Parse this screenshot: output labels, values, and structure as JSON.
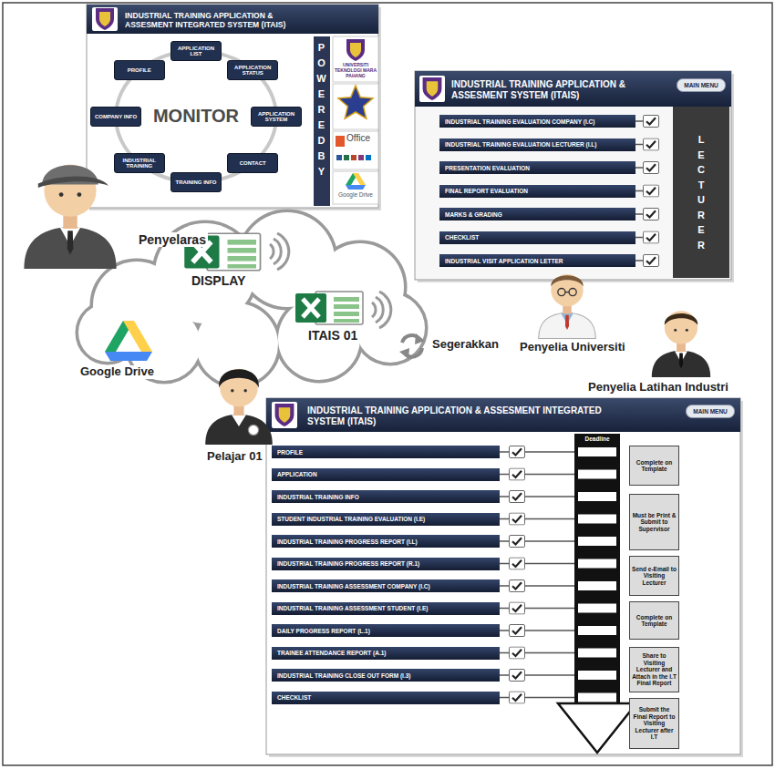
{
  "diagram": {
    "nodes": [
      {
        "text": [
          "INDUSTRIAL TRAINING APPLICATION & ASSESMENT INTEGRATED SYSTEM (ITAIS)"
        ]
      },
      {
        "text": [
          "APPLICATION LIST"
        ],
        "in": 0
      },
      {
        "text": [
          "APPLICATION STATUS"
        ],
        "in": 0
      },
      {
        "text": [
          "APPLICATION SYSTEM"
        ],
        "in": 0
      },
      {
        "text": [
          "CONTACT"
        ],
        "in": 0
      },
      {
        "text": [
          "TRAINING INFO"
        ],
        "in": 0
      },
      {
        "text": [
          "INDUSTRIAL TRAINING"
        ],
        "in": 0
      },
      {
        "text": [
          "COMPANY INFO"
        ],
        "in": 0
      },
      {
        "text": [
          "PROFILE"
        ],
        "in": 0
      },
      {
        "text": [
          "INDUSTRIAL TRAINING APPLICATION & ASSESMENT SYSTEM (ITAIS)"
        ]
      },
      {
        "text": [
          "MAIN MENU"
        ],
        "in": 9
      },
      {
        "text": [
          "INDUSTRIAL TRAINING EVALUATION COMPANY (I.C)"
        ],
        "in": 9
      },
      {
        "text": [
          "INDUSTRIAL TRAINING EVALUATION LECTURER (I.L)"
        ],
        "in": 9
      },
      {
        "text": [
          "PRESENTATION EVALUATION"
        ],
        "in": 9
      },
      {
        "text": [
          "FINAL REPORT EVALUATION"
        ],
        "in": 9
      },
      {
        "text": [
          "MARKS & GRADING"
        ],
        "in": 9
      },
      {
        "text": [
          "CHECKLIST"
        ],
        "in": 9
      },
      {
        "text": [
          "INDUSTRIAL VISIT APPLICATION LETTER"
        ],
        "in": 9
      },
      {
        "text": [
          "LECTURER"
        ],
        "in": 9
      },
      {
        "text": [
          "INDUSTRIAL TRAINING APPLICATION & ASSESMENT INTEGRATED SYSTEM (ITAIS)"
        ]
      },
      {
        "text": [
          "MAIN MENU"
        ],
        "in": 19
      },
      {
        "text": [
          "PROFILE"
        ],
        "in": 19
      },
      {
        "text": [
          "APPLICATION"
        ],
        "in": 19
      },
      {
        "text": [
          "INDUSTRIAL TRAINING INFO"
        ],
        "in": 19
      },
      {
        "text": [
          "STUDENT INDUSTRIAL TRAINING EVALUATION (I.E)"
        ],
        "in": 19
      },
      {
        "text": [
          "INDUSTRIAL TRAINING PROGRESS REPORT (I.L)"
        ],
        "in": 19
      },
      {
        "text": [
          "INDUSTRIAL TRAINING PROGRESS REPORT (R.1)"
        ],
        "in": 19
      },
      {
        "text": [
          "INDUSTRIAL TRAINING ASSESSMENT COMPANY (I.C)"
        ],
        "in": 19
      },
      {
        "text": [
          "INDUSTRIAL TRAINING ASSESSMENT STUDENT (I.E)"
        ],
        "in": 19
      },
      {
        "text": [
          "DAILY PROGRESS REPORT (L.1)"
        ],
        "in": 19
      },
      {
        "text": [
          "TRAINEE ATTENDANCE REPORT (A.1)"
        ],
        "in": 19
      },
      {
        "text": [
          "INDUSTRIAL TRAINING CLOSE OUT FORM (I.3)"
        ],
        "in": 19
      },
      {
        "text": [
          "CHECKLIST"
        ],
        "in": 19
      },
      {
        "text": [
          "Complete on Template"
        ],
        "in": 19
      },
      {
        "text": [
          "Must be Print & Submit to Supervisor"
        ],
        "in": 19
      },
      {
        "text": [
          "Send e-Email to Visiting Lecturer"
        ],
        "in": 19
      },
      {
        "text": [
          "Complete on Template"
        ],
        "in": 19
      },
      {
        "text": [
          "Share to Visiting Lecturer and Attach in the I.T Final Report"
        ],
        "in": 19
      },
      {
        "text": [
          "Submit the Final Report to Visiting Lecturer after I.T"
        ],
        "in": 19
      }
    ],
    "labels": [
      "MONITOR",
      "POWERED BY",
      "UNIVERSITI TEKNOLOGI MARA PAHANG",
      "Office",
      "Google Drive",
      "Penyelaras",
      "DISPLAY",
      "ITAIS 01",
      "Google Drive",
      "Segerakkan",
      "Penyelia Universiti",
      "Penyelia Latihan Industri",
      "Pelajar 01",
      "Deadline"
    ]
  }
}
